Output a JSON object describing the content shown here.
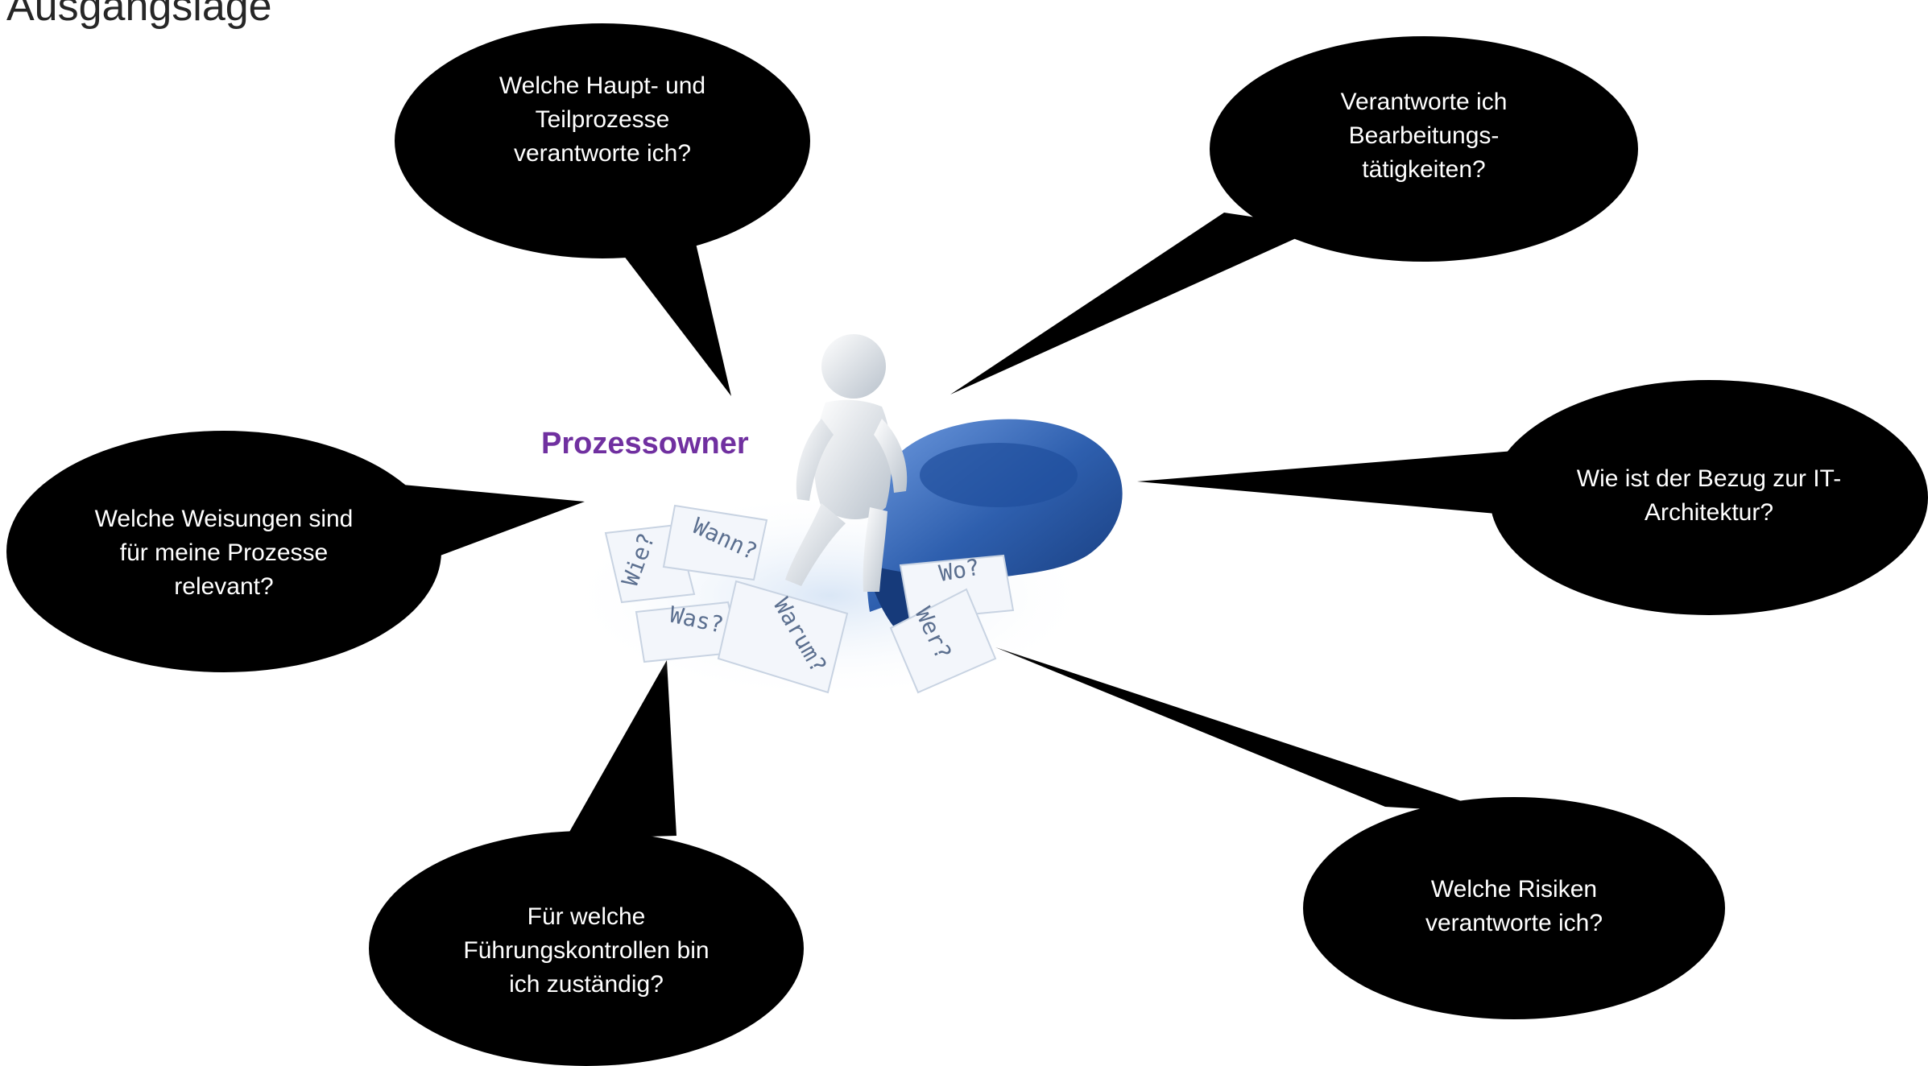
{
  "title": "Ausgangslage",
  "center_label": "Prozessowner",
  "colors": {
    "bubble_fill": "#000000",
    "bubble_text": "#ffffff",
    "center_label": "#7030a0",
    "question_mark": "#2e5fae"
  },
  "bubbles": [
    {
      "id": "prozesse",
      "lines": [
        "Welche Haupt- und",
        "Teilprozesse",
        "verantworte ich?"
      ]
    },
    {
      "id": "bearbeitung",
      "lines": [
        "Verantworte ich",
        "Bearbeitungs-",
        "tätigkeiten?"
      ]
    },
    {
      "id": "it-architektur",
      "lines": [
        "Wie ist der Bezug zur IT-",
        "Architektur?"
      ]
    },
    {
      "id": "risiken",
      "lines": [
        "Welche Risiken",
        "verantworte ich?"
      ]
    },
    {
      "id": "fuehrungskontrollen",
      "lines": [
        "Für welche",
        "Führungskontrollen bin",
        "ich zuständig?"
      ]
    },
    {
      "id": "weisungen",
      "lines": [
        "Welche Weisungen sind",
        "für meine Prozesse",
        "relevant?"
      ]
    }
  ],
  "illustration": {
    "icon": "person-on-question-mark-icon",
    "cards": [
      "Wie?",
      "Wann?",
      "Was?",
      "Warum?",
      "Wo?",
      "Wer?"
    ]
  }
}
